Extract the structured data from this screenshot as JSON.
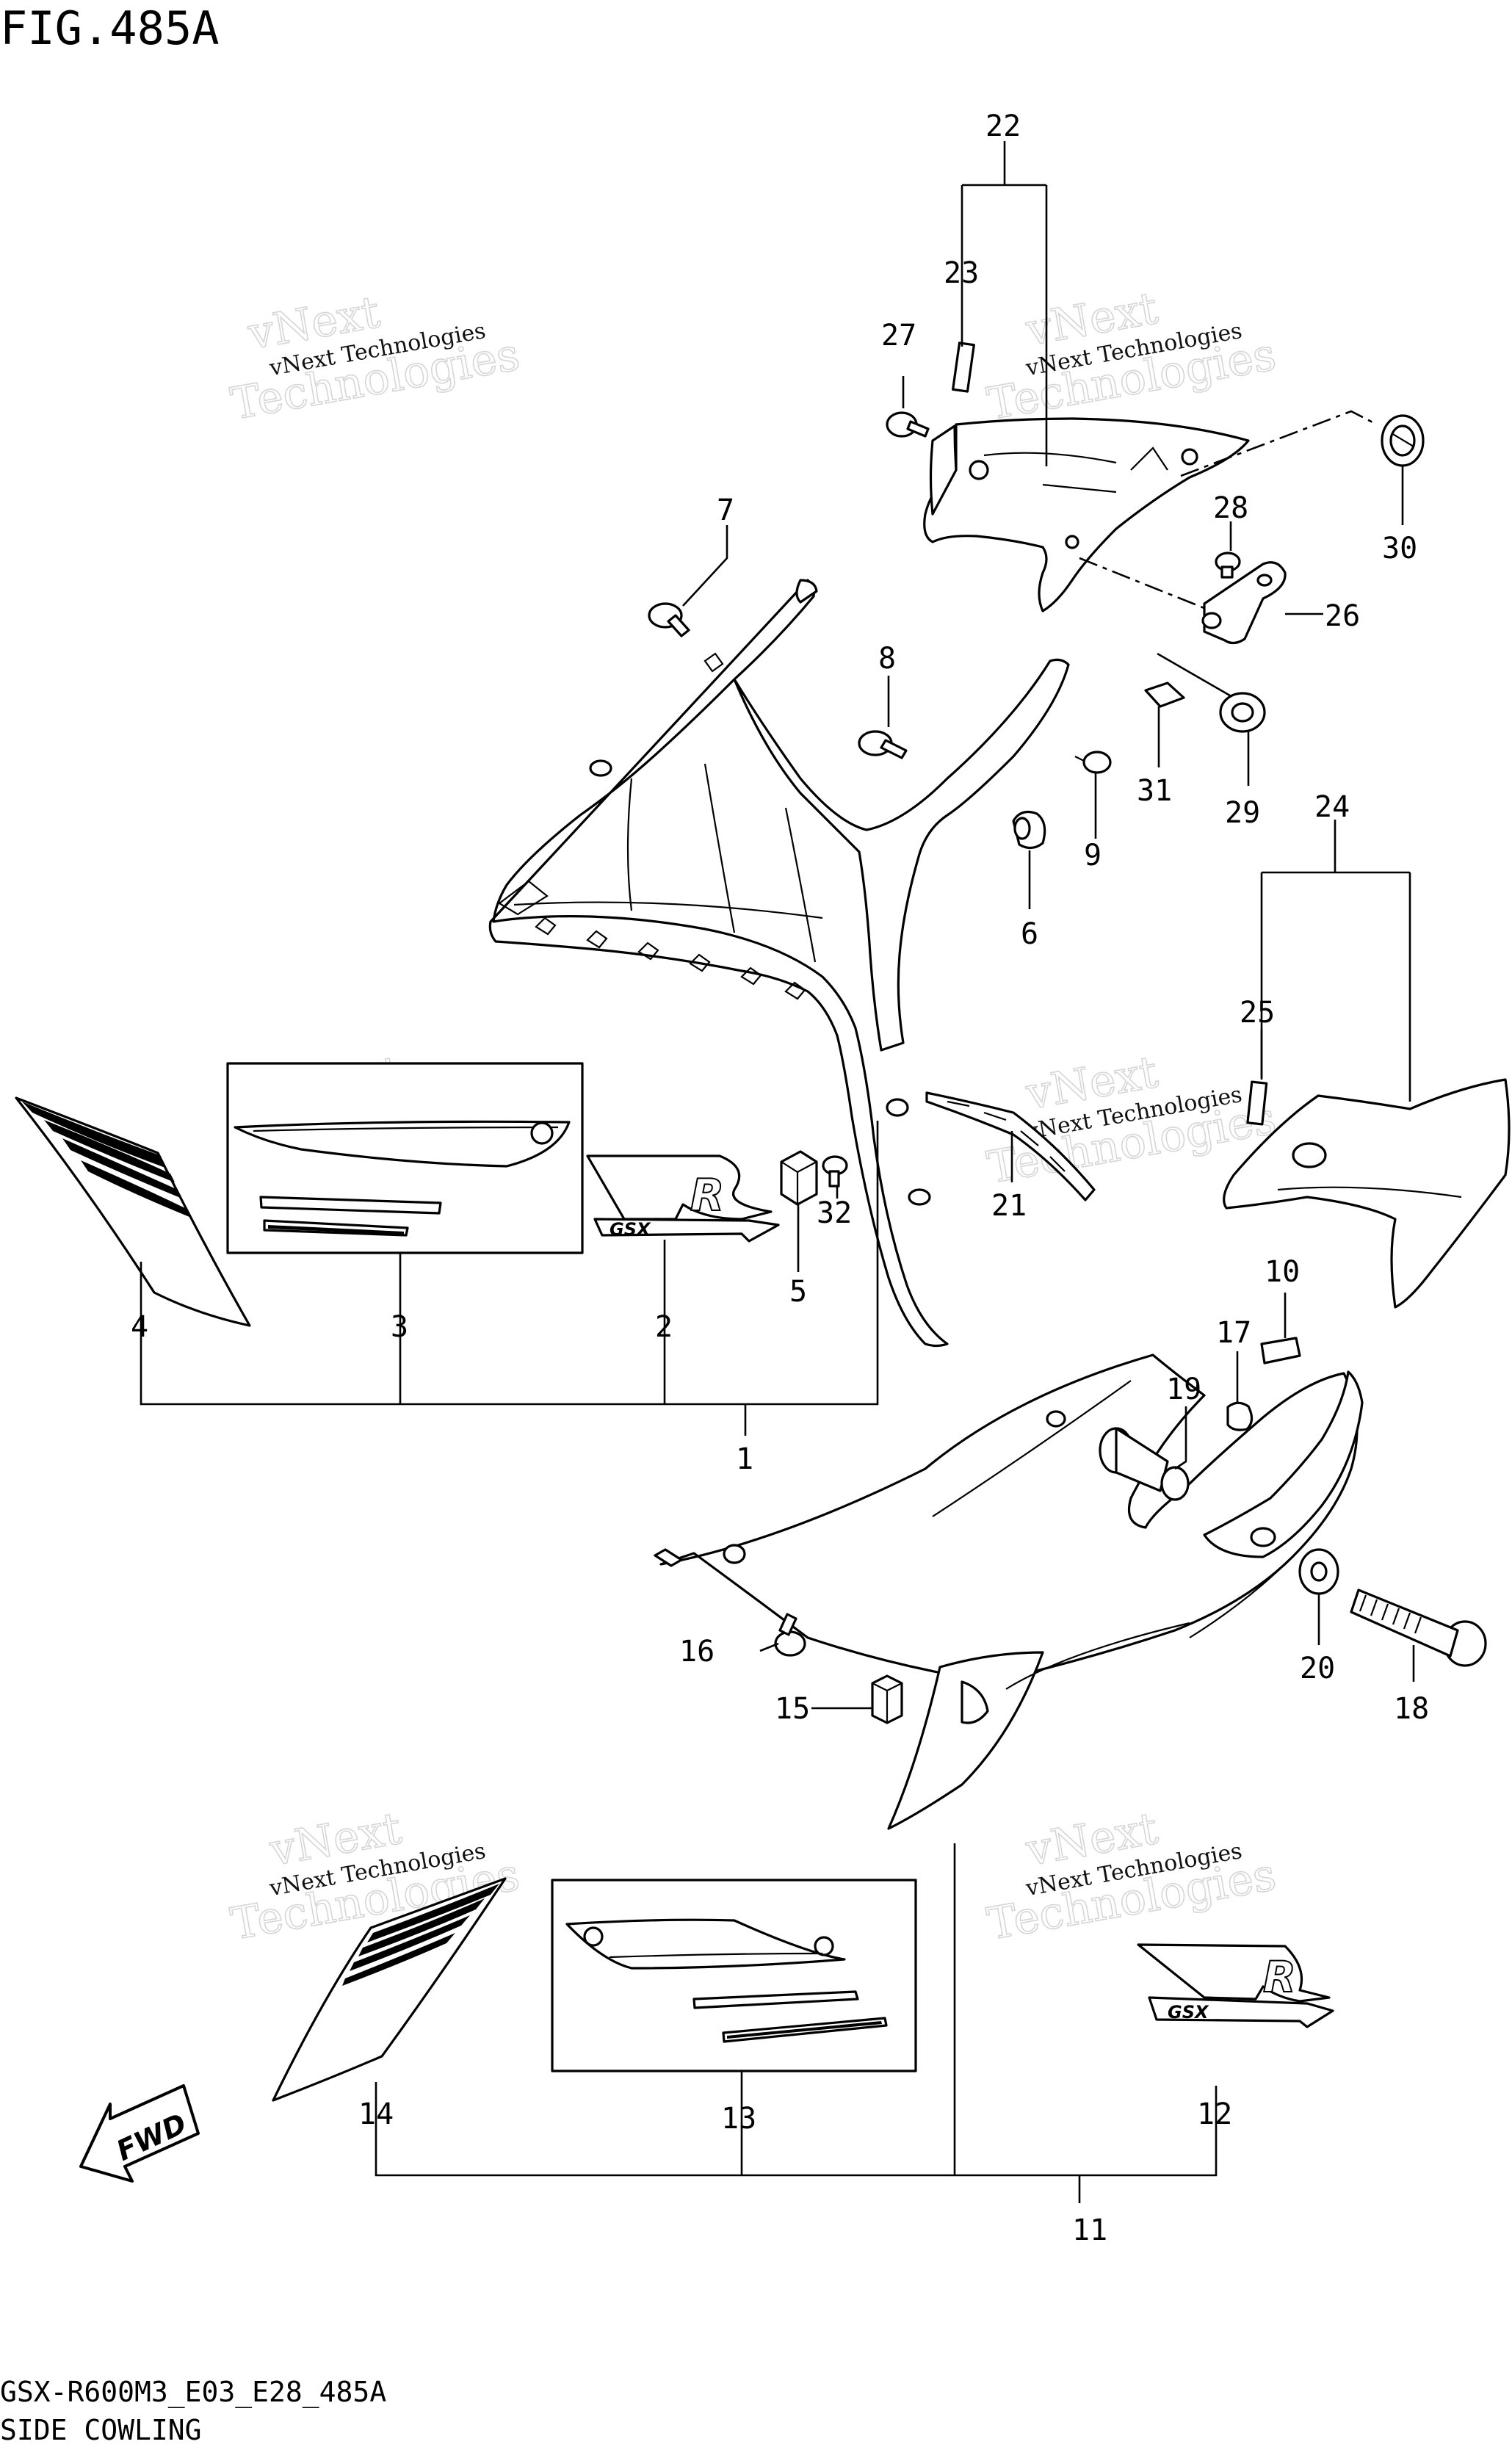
{
  "title": "FIG.485A",
  "footer": {
    "model_code": "GSX-R600M3_E03_E28_485A",
    "caption": "SIDE COWLING"
  },
  "watermark": {
    "line1": "vNext Technologies",
    "line2": "vNext",
    "line3": "Technologies"
  },
  "badge": {
    "text": "FWD"
  },
  "callouts": [
    "1",
    "2",
    "3",
    "4",
    "5",
    "6",
    "7",
    "8",
    "9",
    "10",
    "11",
    "12",
    "13",
    "14",
    "15",
    "16",
    "17",
    "18",
    "19",
    "20",
    "21",
    "22",
    "23",
    "24",
    "25",
    "26",
    "27",
    "28",
    "29",
    "30",
    "31",
    "32"
  ],
  "decal_text": {
    "logo_letter": "R",
    "logo_word": "GSX"
  }
}
